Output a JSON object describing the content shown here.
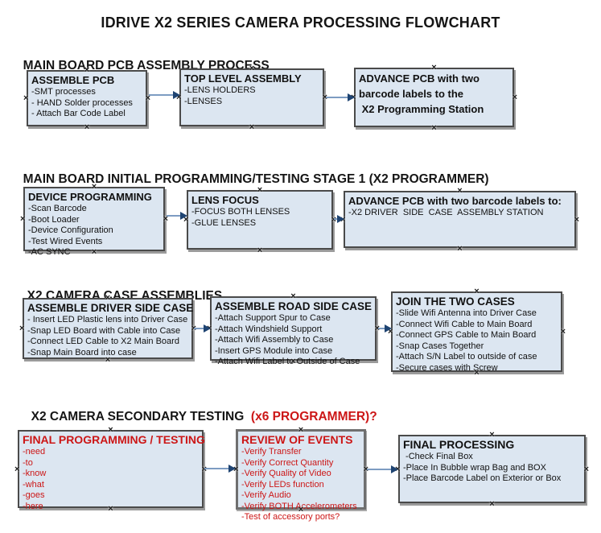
{
  "title": "IDRIVE X2  SERIES CAMERA PROCESSING FLOWCHART",
  "icons": {
    "connection_point": "×"
  },
  "colors": {
    "box_fill": "#dce6f1",
    "box_border": "#4a4a4a",
    "red_text": "#cc1616",
    "arrow_line": "#7d9cc2",
    "arrow_head": "#1f4472"
  },
  "sections": [
    {
      "header": "MAIN BOARD PCB ASSEMBLY PROCESS",
      "header_suffix": "",
      "boxes": [
        {
          "title": "ASSEMBLE PCB",
          "items": [
            "-SMT processes",
            "- HAND Solder processes",
            "- Attach Bar Code Label"
          ]
        },
        {
          "title": "TOP LEVEL ASSEMBLY",
          "items": [
            "-LENS HOLDERS",
            "-LENSES"
          ]
        },
        {
          "title": "ADVANCE PCB with two",
          "items": [
            "barcode labels to the",
            " X2 Programming Station"
          ]
        }
      ]
    },
    {
      "header": "MAIN BOARD INITIAL PROGRAMMING/TESTING STAGE 1 (X2 PROGRAMMER)",
      "header_suffix": "",
      "boxes": [
        {
          "title": "DEVICE PROGRAMMING",
          "items": [
            "-Scan Barcode",
            "-Boot Loader",
            "-Device Configuration",
            "-Test Wired Events",
            "-AC SYNC"
          ]
        },
        {
          "title": "LENS FOCUS",
          "items": [
            "-FOCUS BOTH LENSES",
            "-GLUE LENSES"
          ]
        },
        {
          "title": "ADVANCE PCB with two barcode labels to:",
          "items": [
            "-X2 DRIVER  SIDE  CASE  ASSEMBLY STATION"
          ]
        }
      ]
    },
    {
      "header": "X2 CAMERA CASE ASSEMBLIES",
      "header_suffix": "",
      "boxes": [
        {
          "title": "ASSEMBLE DRIVER SIDE CASE",
          "items": [
            "- Insert LED Plastic lens into Driver Case",
            "-Snap LED Board with Cable into Case",
            "-Connect LED Cable to X2 Main Board",
            "-Snap Main Board into case"
          ]
        },
        {
          "title": "ASSEMBLE ROAD SIDE CASE",
          "items": [
            "-Attach Support Spur to Case",
            "-Attach Windshield Support",
            "-Attach Wifi Assembly to Case",
            "-Insert GPS Module into Case",
            "-Attach Wifi Label to Outside of Case"
          ]
        },
        {
          "title": "JOIN THE TWO CASES",
          "items": [
            "-Slide Wifi Antenna into Driver Case",
            "-Connect Wifi Cable to Main Board",
            "-Connect GPS Cable to Main Board",
            "-Snap Cases Together",
            "-Attach S/N Label to outside of case",
            "-Secure cases with Screw"
          ]
        }
      ]
    },
    {
      "header": "X2 CAMERA SECONDARY TESTING ",
      "header_suffix": " (x6 PROGRAMMER)?",
      "boxes": [
        {
          "title": "FINAL PROGRAMMING / TESTING",
          "items": [
            "-need",
            "-to",
            "-know",
            "-what",
            "-goes",
            "-here"
          ]
        },
        {
          "title": "REVIEW OF EVENTS",
          "items": [
            "-Verify Transfer",
            "-Verify Correct Quantity",
            "-Verify Quality of Video",
            "-Verify LEDs function",
            "-Verify Audio",
            "-Verify BOTH Accelerometers",
            "-Test of accessory ports?"
          ]
        },
        {
          "title": "FINAL PROCESSING",
          "items": [
            " -Check Final Box",
            "-Place In Bubble wrap Bag and BOX",
            "-Place Barcode Label on Exterior or Box"
          ]
        }
      ]
    }
  ]
}
